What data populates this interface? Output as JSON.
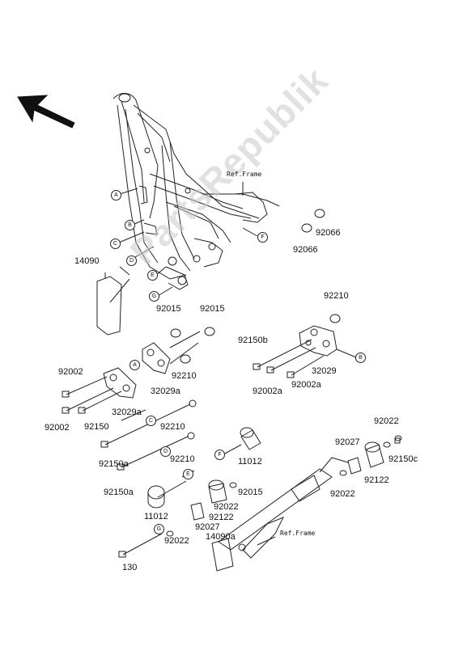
{
  "watermark": "PartsRepublik",
  "ref_labels": {
    "frame_top": "Ref.Frame",
    "frame_bottom": "Ref.Frame"
  },
  "callouts": [
    "A",
    "B",
    "C",
    "D",
    "E",
    "F",
    "G"
  ],
  "parts": {
    "p14090": "14090",
    "p92015_l": "92015",
    "p92015_r": "92015",
    "p92066_r": "92066",
    "p92066_l": "92066",
    "p92210_top": "92210",
    "p92150b": "92150b",
    "p92210_mid": "92210",
    "p32029a_mid": "32029a",
    "p32029": "32029",
    "p92002_l": "92002",
    "p32029a_low": "32029a",
    "p92002a_l": "92002a",
    "p92002a_r": "92002a",
    "p92002_low": "92002",
    "p92150": "92150",
    "p92210_c": "92210",
    "p92210_d": "92210",
    "p92150a_c": "92150a",
    "p92150a_e": "92150a",
    "p11012_r": "11012",
    "p92015_b": "92015",
    "p92022_top": "92022",
    "p92027_r": "92027",
    "p92150c": "92150c",
    "p92122_r": "92122",
    "p92022_mid": "92022",
    "p92022_b": "92022",
    "p92122_b": "92122",
    "p92027_b": "92027",
    "p11012_b": "11012",
    "p92022_bl": "92022",
    "p14090a": "14090a",
    "p130": "130"
  }
}
